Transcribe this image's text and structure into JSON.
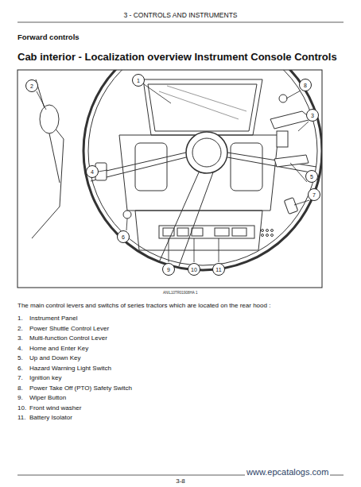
{
  "diagram": {
    "title": "Cab interior - Localization overview Instrument Console Controls",
    "nodes": [
      {
        "text": [
          "1"
        ]
      },
      {
        "text": [
          "2"
        ]
      },
      {
        "text": [
          "8"
        ]
      },
      {
        "text": [
          "3"
        ]
      },
      {
        "text": [
          "4"
        ]
      },
      {
        "text": [
          "5"
        ]
      },
      {
        "text": [
          "7"
        ]
      },
      {
        "text": [
          "6"
        ]
      },
      {
        "text": [
          "9"
        ]
      },
      {
        "text": [
          "10"
        ]
      },
      {
        "text": [
          "11"
        ]
      }
    ],
    "labels": [
      "3 - CONTROLS AND INSTRUMENTS",
      "Forward controls",
      "ANIL10TR01908HA",
      "1",
      "The main control levers and switchs of series tractors which are located on the rear hood :",
      "1.",
      "Instrument Panel",
      "2.",
      "Power Shuttle Control Lever",
      "3.",
      "Multi-function Control Lever",
      "4.",
      "Home and Enter Key",
      "5.",
      "Up and Down Key",
      "6.",
      "Hazard Warning Light Switch",
      "7.",
      "Ignition key",
      "8.",
      "Power Take Off (PTO) Safety Switch",
      "9.",
      "Wiper Button",
      "10.",
      "Front wind washer",
      "11.",
      "Battery Isolator",
      "www.epcatalogs.com",
      "3-8"
    ]
  }
}
